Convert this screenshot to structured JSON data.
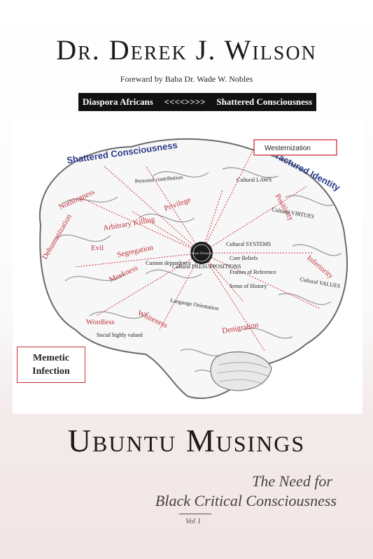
{
  "cover": {
    "author": "Dr. Derek J. Wilson",
    "foreword": "Foreward by Baba Dr. Wade W. Nobles",
    "banner_left": "Diaspora Africans",
    "banner_arrow": "<<<<>>>>",
    "banner_right": "Shattered Consciousness",
    "title": "Ubuntu Musings",
    "subtitle_line1": "The Need for",
    "subtitle_line2": "Black Critical Consciousness",
    "volume": "Vol 1"
  },
  "illustration": {
    "heading_left": "Shattered Consciousness",
    "heading_right": "Fractured Identity",
    "box_top_right": "Westernization",
    "box_bottom_left_line1": "Memetic",
    "box_bottom_left_line2": "Infection",
    "red_terms": [
      "Nothingness",
      "Arbitrary Killing",
      "Evil",
      "Segregation",
      "Privilege",
      "Meekness",
      "Whiteness",
      "Wordless",
      "Denigration",
      "Inferiority",
      "Positivity",
      "Dehumanization"
    ],
    "black_terms": [
      "Cultural PRESUPPOSITIONS",
      "Cultural SYSTEMS",
      "Cultural VIRTUES",
      "Cultural VALUES",
      "Language Orientation",
      "Personal contribution",
      "Social highly valued",
      "Custom dependence",
      "Core Beliefs",
      "Frames of Reference",
      "Sense of History",
      "Cultural LAWS"
    ],
    "center_label": "Human Personhood"
  }
}
